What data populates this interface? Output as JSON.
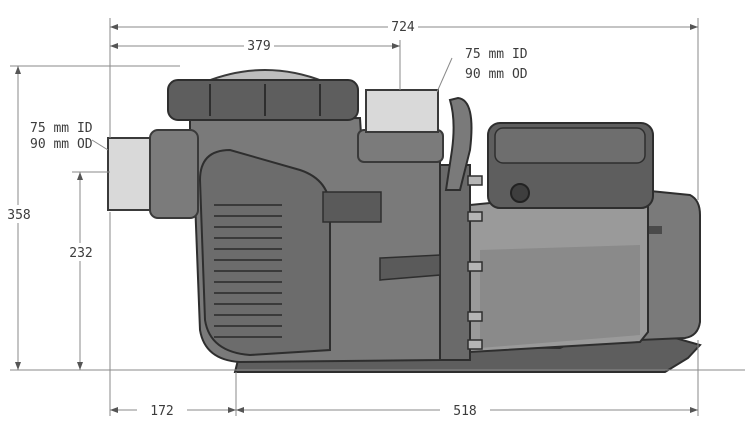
{
  "dimensions": {
    "overall_length": "724",
    "outlet_offset": "379",
    "overall_height": "358",
    "inlet_height": "232",
    "inlet_offset": "172",
    "base_length": "518"
  },
  "inlet": {
    "id_label": "75 mm ID",
    "od_label": "90 mm OD"
  },
  "outlet": {
    "id_label": "75 mm ID",
    "od_label": "90 mm OD"
  }
}
